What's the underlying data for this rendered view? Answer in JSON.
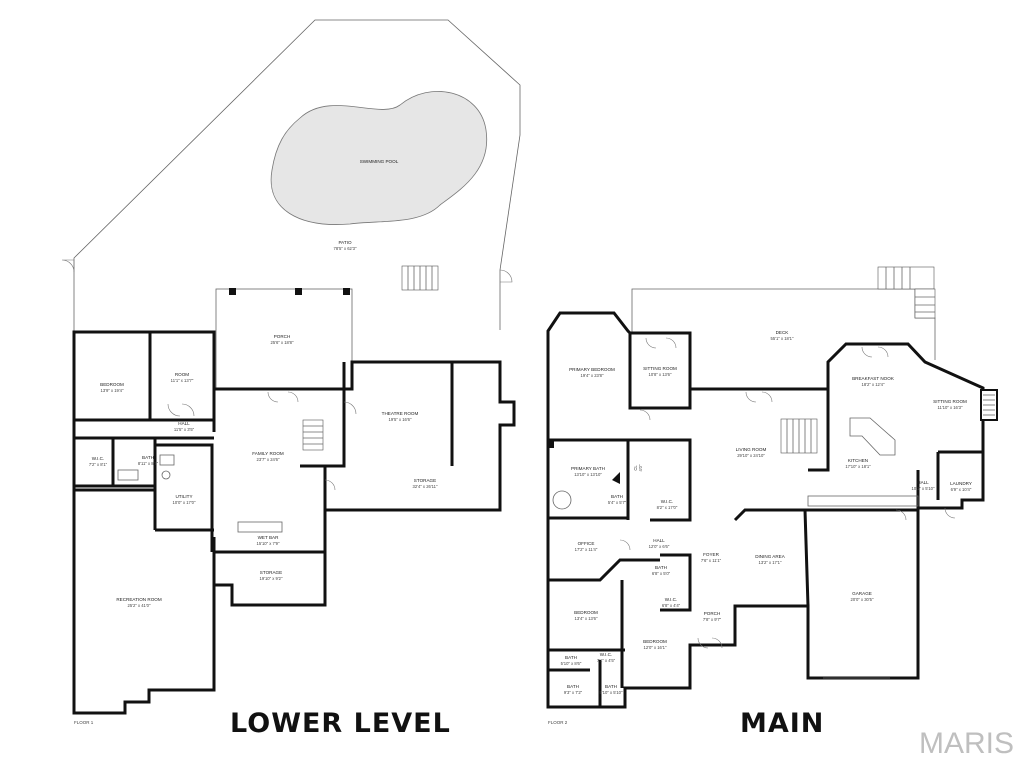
{
  "levels": {
    "lower": {
      "title": "LOWER LEVEL",
      "floor_tag": "FLOOR 1",
      "rooms": [
        {
          "key": "swimming_pool",
          "name": "SWIMMING POOL",
          "dim": ""
        },
        {
          "key": "patio",
          "name": "PATIO",
          "dim": "78'5\" x 62'3\""
        },
        {
          "key": "porch",
          "name": "PORCH",
          "dim": "25'6\" x 18'8\""
        },
        {
          "key": "bedroom",
          "name": "BEDROOM",
          "dim": "13'9\" x 19'4\""
        },
        {
          "key": "room",
          "name": "ROOM",
          "dim": "11'1\" x 13'7\""
        },
        {
          "key": "hall",
          "name": "HALL",
          "dim": "11'5\" x 3'5\""
        },
        {
          "key": "theatre_room",
          "name": "THEATRE ROOM",
          "dim": "19'5\" x 16'6\""
        },
        {
          "key": "wic",
          "name": "W.I.C.",
          "dim": "7'2\" x 8'1\""
        },
        {
          "key": "bath",
          "name": "BATH",
          "dim": "8'11\" x 8'7\""
        },
        {
          "key": "family_room",
          "name": "FAMILY ROOM",
          "dim": "23'7\" x 24'6\""
        },
        {
          "key": "storage_1",
          "name": "STORAGE",
          "dim": "32'4\" x 26'11\""
        },
        {
          "key": "utility",
          "name": "UTILITY",
          "dim": "10'0\" x 17'0\""
        },
        {
          "key": "wet_bar",
          "name": "WET BAR",
          "dim": "15'10\" x 7'9\""
        },
        {
          "key": "storage_2",
          "name": "STORAGE",
          "dim": "19'10\" x 9'2\""
        },
        {
          "key": "recreation_room",
          "name": "RECREATION ROOM",
          "dim": "25'2\" x 41'0\""
        }
      ]
    },
    "main": {
      "title": "MAIN",
      "floor_tag": "FLOOR 2",
      "rooms": [
        {
          "key": "deck",
          "name": "DECK",
          "dim": "55'1\" x 18'1\""
        },
        {
          "key": "primary_bedroom",
          "name": "PRIMARY BEDROOM",
          "dim": "19'4\" x 23'8\""
        },
        {
          "key": "sitting_room_1",
          "name": "SITTING ROOM",
          "dim": "10'8\" x 13'6\""
        },
        {
          "key": "breakfast_nook",
          "name": "BREAKFAST NOOK",
          "dim": "18'2\" x 12'4\""
        },
        {
          "key": "sitting_room_2",
          "name": "SITTING ROOM",
          "dim": "11'10\" x 16'3\""
        },
        {
          "key": "living_room",
          "name": "LIVING ROOM",
          "dim": "29'10\" x 24'10\""
        },
        {
          "key": "kitchen",
          "name": "KITCHEN",
          "dim": "17'10\" x 18'1\""
        },
        {
          "key": "primary_bath",
          "name": "PRIMARY BATH",
          "dim": "13'10\" x 13'10\""
        },
        {
          "key": "wic_1",
          "name": "W.I.C.",
          "dim": "8'2\" x 17'0\""
        },
        {
          "key": "hall_1",
          "name": "HALL",
          "dim": "10'1\" x 5'10\""
        },
        {
          "key": "laundry",
          "name": "LAUNDRY",
          "dim": "6'9\" x 10'4\""
        },
        {
          "key": "bath_1",
          "name": "BATH",
          "dim": "5'4\" x 5'7\""
        },
        {
          "key": "office",
          "name": "OFFICE",
          "dim": "17'2\" x 11'4\""
        },
        {
          "key": "hall_2",
          "name": "HALL",
          "dim": "12'0\" x 6'6\""
        },
        {
          "key": "foyer",
          "name": "FOYER",
          "dim": "7'6\" x 11'1\""
        },
        {
          "key": "dining_area",
          "name": "DINING AREA",
          "dim": "13'2\" x 17'1\""
        },
        {
          "key": "garage",
          "name": "GARAGE",
          "dim": "20'0\" x 30'5\""
        },
        {
          "key": "bath_2",
          "name": "BATH",
          "dim": "6'8\" x 5'0\""
        },
        {
          "key": "wic_2",
          "name": "W.I.C.",
          "dim": "6'8\" x 4'4\""
        },
        {
          "key": "porch",
          "name": "PORCH",
          "dim": "7'8\" x 9'7\""
        },
        {
          "key": "bedroom_1",
          "name": "BEDROOM",
          "dim": "13'4\" x 13'6\""
        },
        {
          "key": "bedroom_2",
          "name": "BEDROOM",
          "dim": "12'0\" x 16'1\""
        },
        {
          "key": "bath_3",
          "name": "BATH",
          "dim": "5'10\" x 8'6\""
        },
        {
          "key": "wic_3",
          "name": "W.I.C.",
          "dim": "7'1\" x 4'5\""
        },
        {
          "key": "bath_4",
          "name": "BATH",
          "dim": "9'3\" x 7'2\""
        },
        {
          "key": "bath_5",
          "name": "BATH",
          "dim": "5'10\" x 5'10\""
        },
        {
          "key": "closet",
          "name": "CL",
          "dim": "4'0\""
        }
      ]
    }
  },
  "brand": "MARIS"
}
